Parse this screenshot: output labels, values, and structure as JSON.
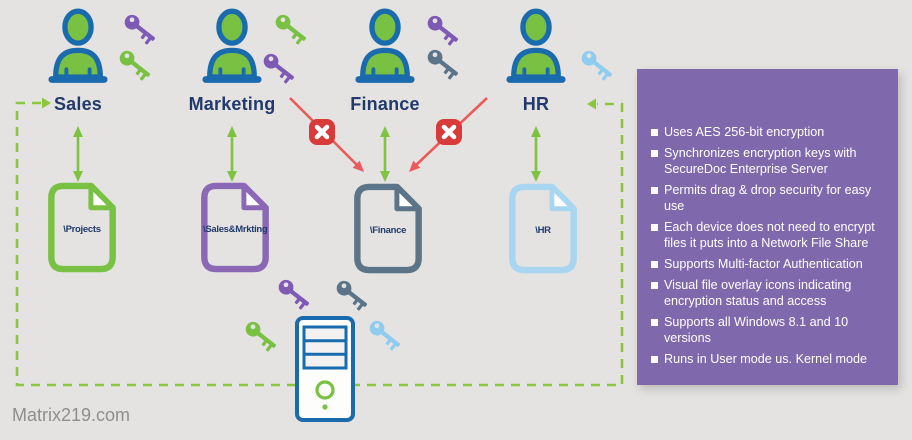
{
  "watermark": "Matrix219.com",
  "users": [
    {
      "name": "Sales",
      "folder": "\\Projects",
      "keys": [
        "purple",
        "green"
      ]
    },
    {
      "name": "Marketing",
      "folder": "\\Sales&Mrkting",
      "keys": [
        "green",
        "purple"
      ]
    },
    {
      "name": "Finance",
      "folder": "\\Finance",
      "keys": [
        "purple",
        "slate"
      ]
    },
    {
      "name": "HR",
      "folder": "\\HR",
      "keys": [
        "lightblue"
      ]
    }
  ],
  "server": {
    "keys": [
      "purple",
      "slate",
      "green",
      "lightblue"
    ]
  },
  "denied_access": [
    {
      "from": "Marketing",
      "to": "\\Finance"
    },
    {
      "from": "HR",
      "to": "\\Finance"
    }
  ],
  "panel": {
    "bullets": [
      "Uses AES 256-bit encryption",
      "Synchronizes encryption keys with SecureDoc Enterprise Server",
      "Permits drag & drop security for easy use",
      "Each device does not need to encrypt files it puts into a Network File Share",
      "Supports Multi-factor Authentication",
      "Visual file overlay icons indicating encryption status and access",
      "Supports all Windows 8.1 and 10 versions",
      "Runs in User mode us. Kernel mode"
    ]
  },
  "icons": {
    "person": "person-icon",
    "key": "key-icon",
    "document": "document-icon",
    "server": "server-tower-icon",
    "denied": "denied-x-icon",
    "arrow": "double-arrow-icon"
  },
  "colors": {
    "background": "#e4e3e1",
    "green": "#79c143",
    "blue": "#1a6bad",
    "navy": "#22396b",
    "key_purple": "#7e5ab5",
    "doc_purple": "#8a68b5",
    "slate": "#5b7487",
    "key_lightblue": "#8fcdf0",
    "doc_lightblue": "#a8d6f0",
    "panel_purple": "#8068ac",
    "red": "#ea5c5c",
    "badge_red": "#d93a3a",
    "dash_green": "#8cc63f"
  }
}
